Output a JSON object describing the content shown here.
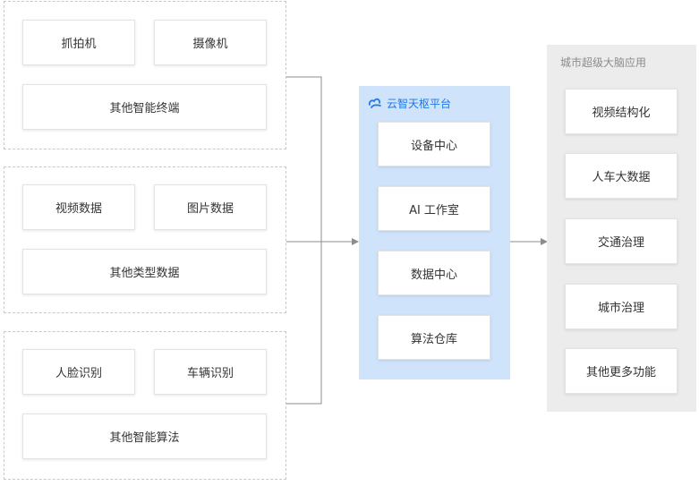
{
  "groups": [
    {
      "items": [
        "抓拍机",
        "摄像机",
        "其他智能终端"
      ]
    },
    {
      "items": [
        "视频数据",
        "图片数据",
        "其他类型数据"
      ]
    },
    {
      "items": [
        "人脸识别",
        "车辆识别",
        "其他智能算法"
      ]
    }
  ],
  "platform": {
    "title": "云智天枢平台",
    "items": [
      "设备中心",
      "AI 工作室",
      "数据中心",
      "算法仓库"
    ]
  },
  "apps": {
    "title": "城市超级大脑应用",
    "items": [
      "视频结构化",
      "人车大数据",
      "交通治理",
      "城市治理",
      "其他更多功能"
    ]
  },
  "colors": {
    "platform_bg": "#cfe3fb",
    "platform_accent": "#1e78e6",
    "apps_bg": "#ececec",
    "connector": "#8c8c8c"
  }
}
